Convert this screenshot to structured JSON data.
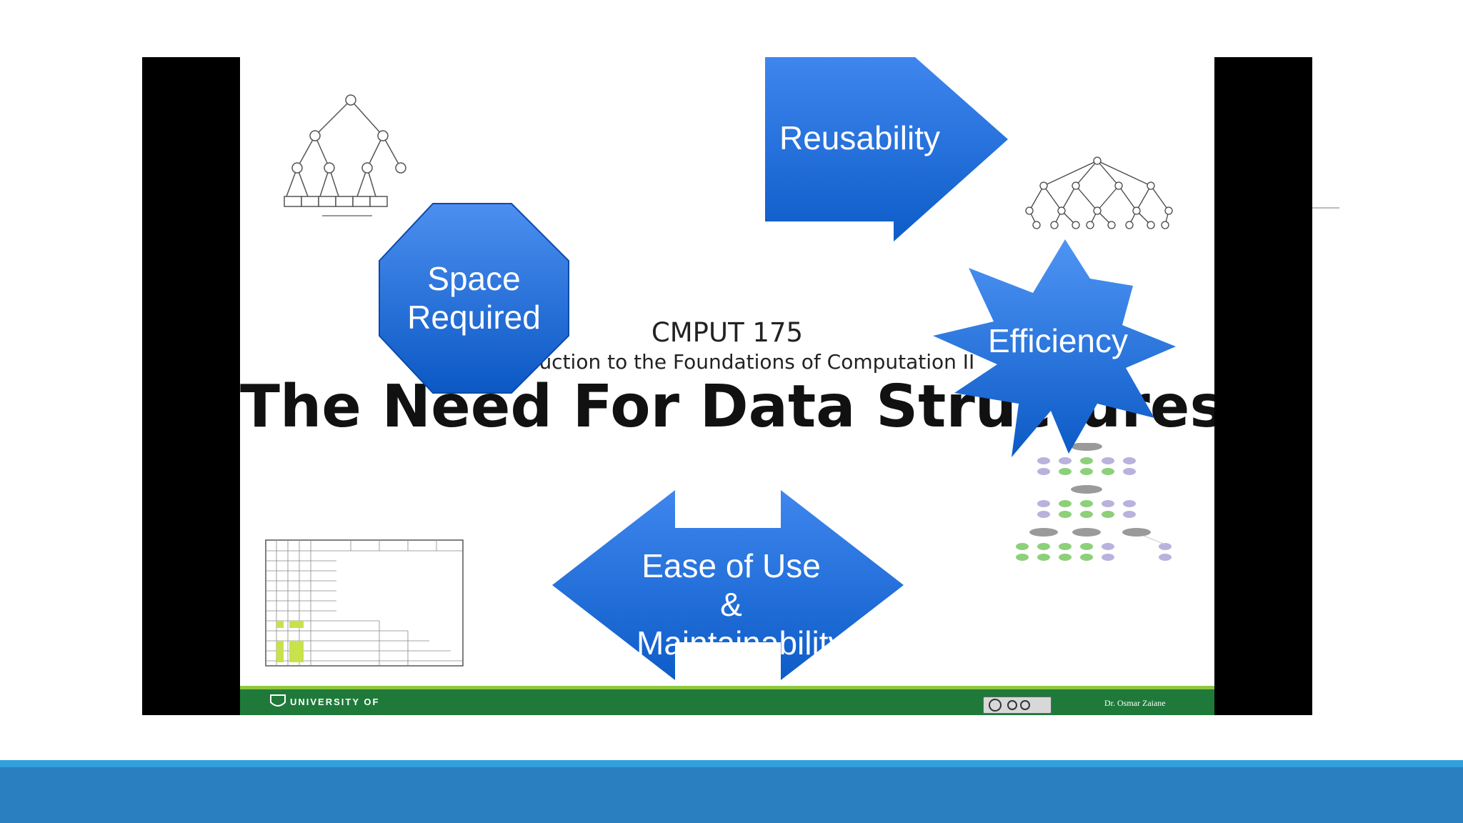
{
  "slide": {
    "course_code": "CMPUT 175",
    "course_subtitle": "Introduction to the Foundations of Computation II",
    "title": "The Need For Data Structures",
    "footer": {
      "university": "UNIVERSITY OF",
      "author": "Dr. Osmar Zaiane"
    }
  },
  "shapes": {
    "space_required": "Space\nRequired",
    "reusability": "Reusability",
    "efficiency": "Efficiency",
    "ease_of_use": "Ease of Use &\nMaintainability"
  },
  "colors": {
    "shape_blue": "#1e6fd6",
    "footer_green": "#1f7a3a",
    "bottom_bar": "#2a7fc0"
  },
  "icons": [
    "tree-diagram-icon",
    "network-diagram-icon",
    "grid-table-icon",
    "hierarchy-diagram-icon",
    "cursor-icon",
    "cc-license-icon",
    "university-crest-icon"
  ]
}
